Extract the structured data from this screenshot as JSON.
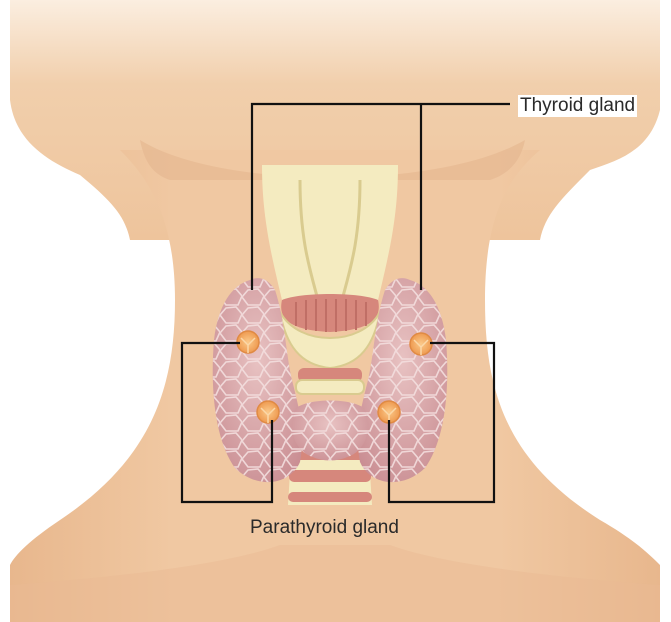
{
  "labels": {
    "thyroid": "Thyroid gland",
    "parathyroid": "Parathyroid gland"
  },
  "colors": {
    "skin": "#efc9a3",
    "skin_shadow": "#e2b48b",
    "cartilage": "#f3e9bb",
    "thyroid": "#ddb0b2",
    "thyroid_shadow": "#c98f93",
    "parathyroid": "#f2a15b",
    "muscle": "#d98278",
    "leader_line": "#111111"
  },
  "icons": [
    "neck-anatomy-illustration"
  ]
}
